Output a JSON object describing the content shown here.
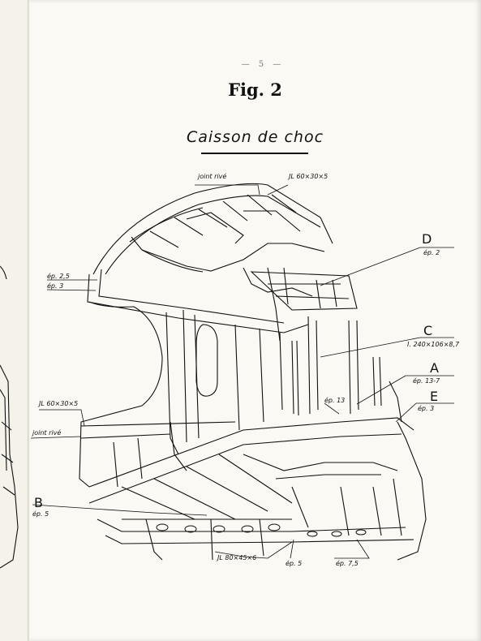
{
  "page": {
    "number": "— 5 —",
    "figure": "Fig. 2",
    "title": "Caisson de choc"
  },
  "labels": {
    "joint_rive_top": "joint rivé",
    "angle_top": "JL 60×30×5",
    "ep_25": "ép. 2,5",
    "ep_3_left": "ép. 3",
    "D": "D",
    "ep_2": "ép. 2",
    "C": "C",
    "I_beam": "I. 240×106×8,7",
    "A": "A",
    "ep_13_7": "ép. 13-7",
    "E": "E",
    "ep_3_right": "ép. 3",
    "ep_13": "ép. 13",
    "angle_left": "JL 60×30×5",
    "joint_rive_left": "joint rivé",
    "B": "B",
    "ep_5_left": "ép. 5",
    "angle_bottom": "JL 80×45×6",
    "ep_5_bottom": "ép. 5",
    "ep_75": "ép. 7,5"
  },
  "colors": {
    "ink": "#111111",
    "paper": "#faf9f4"
  }
}
